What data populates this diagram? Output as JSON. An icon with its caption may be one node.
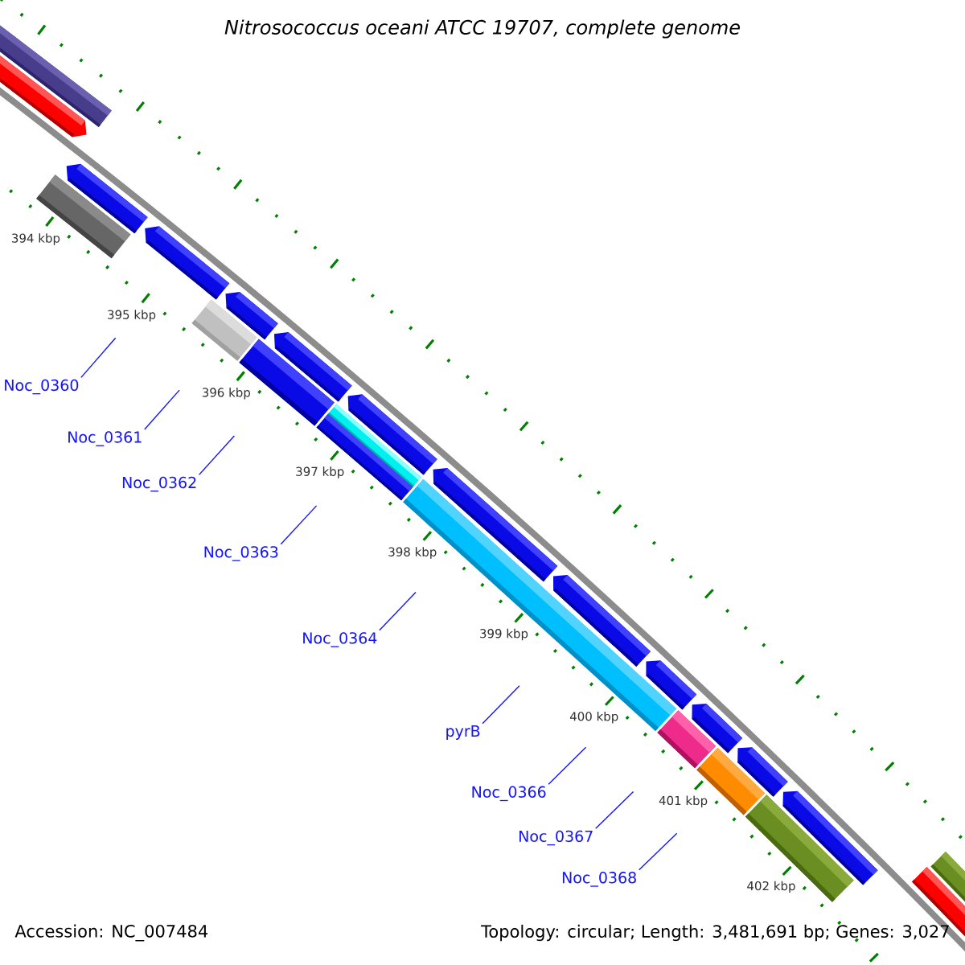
{
  "diagram": {
    "title": "Nitrosococcus oceani ATCC 19707, complete genome",
    "nodes": [
      {
        "text": [
          "Noc_0360"
        ]
      },
      {
        "text": [
          "Noc_0361"
        ]
      },
      {
        "text": [
          "Noc_0362"
        ]
      },
      {
        "text": [
          "Noc_0363"
        ]
      },
      {
        "text": [
          "Noc_0364"
        ]
      },
      {
        "text": [
          "pyrB"
        ]
      },
      {
        "text": [
          "Noc_0366"
        ]
      },
      {
        "text": [
          "Noc_0367"
        ]
      },
      {
        "text": [
          "Noc_0368"
        ]
      }
    ],
    "edges": [
      {
        "from": 0,
        "to": null,
        "arrow": "none"
      },
      {
        "from": 1,
        "to": null,
        "arrow": "none"
      },
      {
        "from": 2,
        "to": null,
        "arrow": "none"
      },
      {
        "from": 3,
        "to": null,
        "arrow": "none"
      },
      {
        "from": 4,
        "to": null,
        "arrow": "none"
      },
      {
        "from": 5,
        "to": null,
        "arrow": "none"
      },
      {
        "from": 6,
        "to": null,
        "arrow": "none"
      },
      {
        "from": 7,
        "to": null,
        "arrow": "none"
      },
      {
        "from": 8,
        "to": null,
        "arrow": "none"
      }
    ],
    "labels": [
      "394 kbp",
      "395 kbp",
      "396 kbp",
      "397 kbp",
      "398 kbp",
      "399 kbp",
      "400 kbp",
      "401 kbp",
      "402 kbp",
      "Accession: NC_007484",
      "Topology: circular; Length: 3,481,691 bp; Genes: 3,027"
    ]
  }
}
